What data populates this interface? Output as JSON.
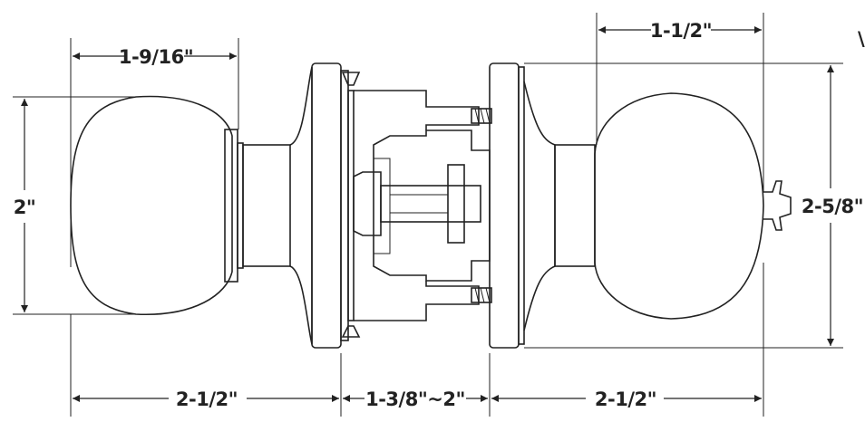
{
  "dimensions": {
    "knob_depth": "1-9/16\"",
    "knob_width": "1-1/2\"",
    "knob_diameter": "2\"",
    "rose_diameter": "2-5/8\"",
    "left_projection": "2-1/2\"",
    "door_thickness": "1-3/8\"~2\"",
    "right_projection": "2-1/2\""
  },
  "edge_fragment": "\\"
}
